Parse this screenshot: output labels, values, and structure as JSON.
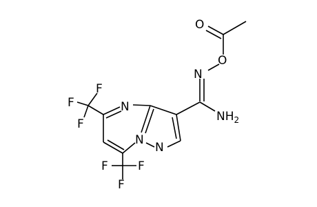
{
  "molecule": {
    "atoms": {
      "o_carbonyl": "O",
      "o_ester": "O",
      "n_oxime": "N",
      "n_amine": "NH",
      "n_amine_sub": "2",
      "n_pyrimidine": "N",
      "n_bridge": "N",
      "n_pyrazole": "N",
      "f_top_1": "F",
      "f_top_2": "F",
      "f_top_3": "F",
      "f_bot_1": "F",
      "f_bot_2": "F",
      "f_bot_3": "F"
    }
  }
}
